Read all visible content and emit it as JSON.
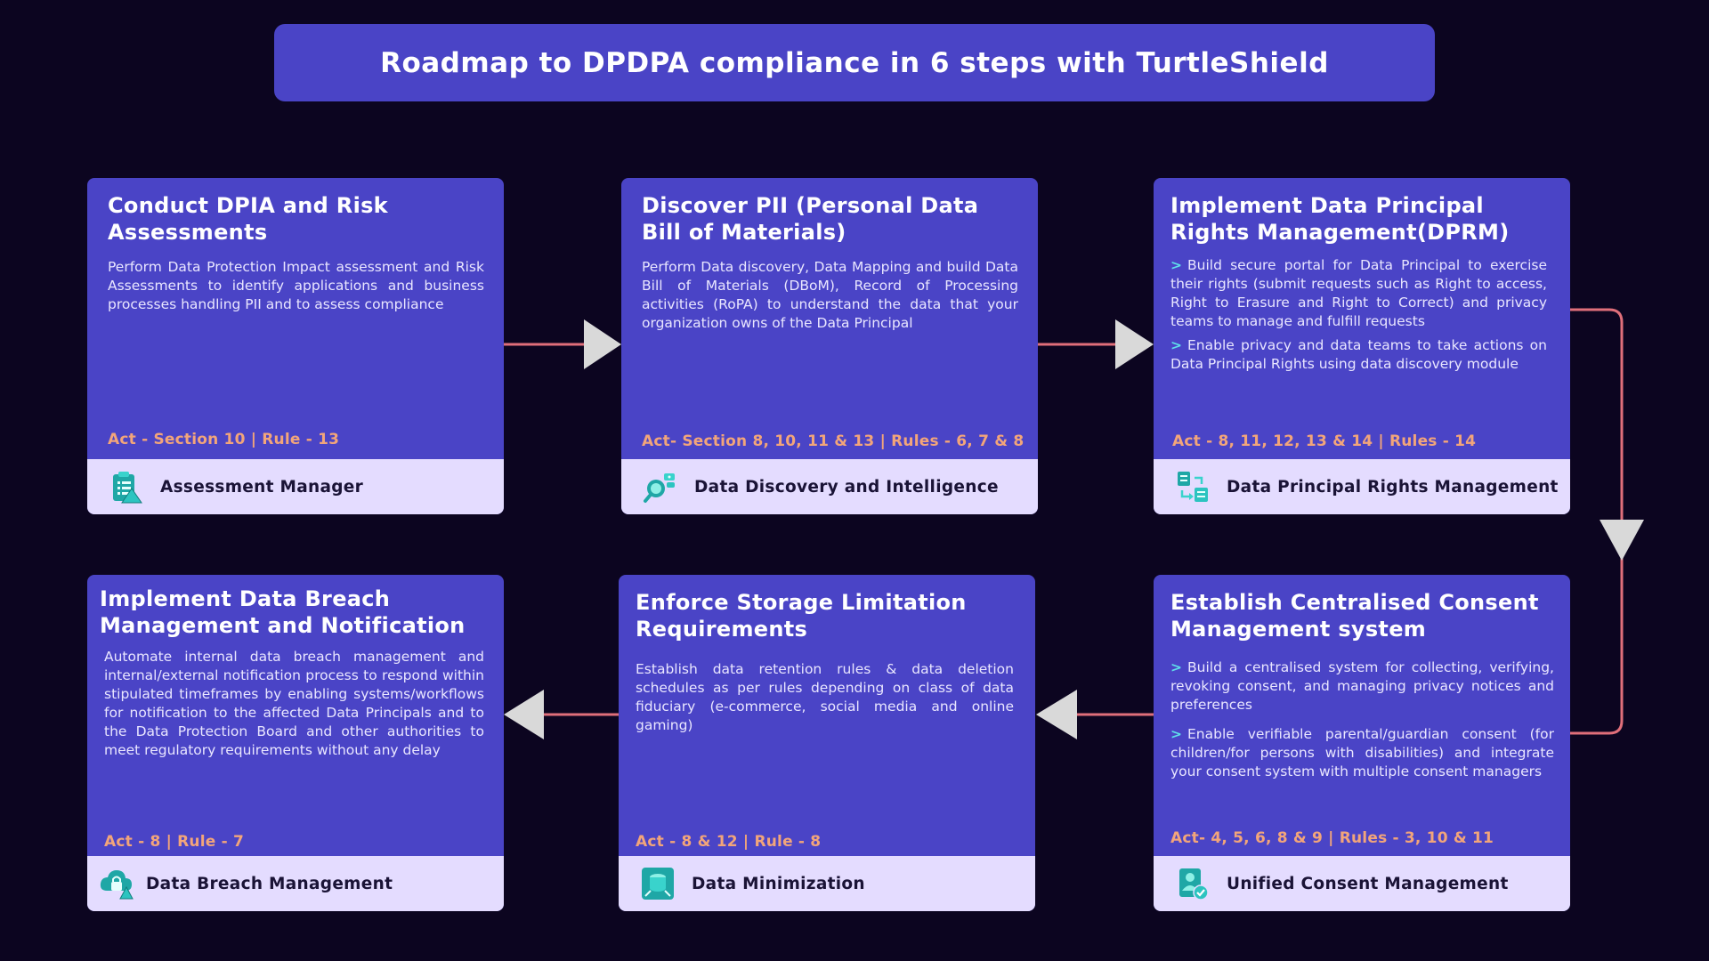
{
  "title": "Roadmap to DPDPA compliance in 6 steps with TurtleShield",
  "colors": {
    "background": "#0c0520",
    "card": "#4a44c6",
    "footer": "#e4dcff",
    "reference": "#f2a57a",
    "connector": "#e06f7a",
    "arrowhead": "#d9d9d9",
    "icon": "#2cc4c0"
  },
  "steps": [
    {
      "title": "Conduct DPIA and Risk Assessments",
      "description": "Perform Data Protection Impact assessment and Risk Assessments to identify applications and business processes handling PII and to assess compliance",
      "reference": "Act - Section 10 | Rule - 13",
      "module": "Assessment Manager",
      "icon": "clipboard-checklist-icon"
    },
    {
      "title": "Discover PII (Personal Data Bill of Materials)",
      "description": "Perform Data discovery, Data Mapping and build Data Bill of Materials (DBoM), Record of Processing activities (RoPA) to understand the data that your organization owns of the Data Principal",
      "reference": "Act- Section 8, 10, 11 & 13 | Rules - 6, 7 & 8",
      "module": "Data Discovery and Intelligence",
      "icon": "data-discovery-icon"
    },
    {
      "title": "Implement Data Principal Rights Management(DPRM)",
      "bullets": [
        "Build secure portal for Data Principal to exercise their rights (submit requests such as Right to access, Right to Erasure and Right to Correct) and privacy teams to manage and fulfill requests",
        "Enable privacy and data teams to take actions on Data Principal Rights using data discovery module"
      ],
      "bullet_marker": ">",
      "reference": "Act - 8, 11, 12, 13 & 14 | Rules - 14",
      "module": "Data Principal Rights Management",
      "icon": "rights-exchange-icon"
    },
    {
      "title": "Establish Centralised Consent Management system",
      "bullets": [
        "Build a centralised system for collecting, verifying, revoking consent, and managing privacy notices and preferences",
        "Enable verifiable parental/guardian consent (for children/for persons with disabilities) and integrate your consent system with multiple consent managers"
      ],
      "bullet_marker": ">",
      "reference": "Act- 4, 5, 6, 8 & 9  | Rules - 3, 10 & 11",
      "module": "Unified Consent Management",
      "icon": "user-consent-icon"
    },
    {
      "title": "Enforce Storage Limitation Requirements",
      "description": "Establish data retention rules & data deletion schedules as per rules depending on class of data fiduciary (e-commerce, social media and online gaming)",
      "reference": "Act - 8 & 12 | Rule - 8",
      "module": "Data Minimization",
      "icon": "database-minimize-icon"
    },
    {
      "title": "Implement Data Breach Management and Notification",
      "description": "Automate internal data breach management and internal/external notification process to respond within stipulated timeframes by enabling systems/workflows for notification to the affected Data Principals and to the Data Protection Board and other authorities to meet regulatory requirements without any delay",
      "reference": "Act - 8 | Rule -  7",
      "module": "Data Breach Management",
      "icon": "cloud-lock-icon"
    }
  ]
}
